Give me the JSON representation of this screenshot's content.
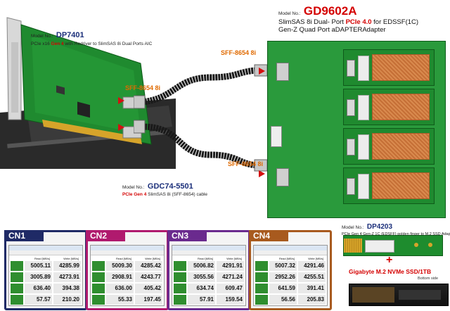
{
  "dp7401": {
    "prefix": "Model No.:",
    "model": "DP7401",
    "desc_a": "PCIe x16 ",
    "desc_b": "Gen 4",
    "desc_c": " with Redriver to SlimSAS 8i Dual Ports AIC"
  },
  "gd9602a": {
    "prefix": "Model No.:",
    "model": "GD9602A",
    "line1_a": "SlimSAS 8i Dual- Port ",
    "line1_b": "PCIe 4.0",
    "line1_c": " for EDSSF(1C)",
    "line2": "Gen-Z Quad Port aDAPTERAdapter"
  },
  "gdc": {
    "prefix": "Model No.:",
    "model": "GDC74-5501",
    "desc_a": "PCIe Gen 4",
    "desc_b": " SlimSAS 8i (SFF-8654) cable"
  },
  "sff_label": "SFF-8654 8i",
  "dp4203": {
    "prefix": "Model No.:",
    "model": "DP4203",
    "desc": "PCIe Gen 4 Gen-Z 1C (EDSFF) golden finger to M.2 SSD Adapter"
  },
  "plus": "+",
  "ssd_label": "Gigabyte M.2 NVMe SSD/1TB",
  "bottom_side": "Bottom side",
  "bench_header": {
    "read": "Read [MB/s]",
    "write": "Write [MB/s]"
  },
  "benchmarks": [
    {
      "tag": "CN1",
      "color": "#1f2a66",
      "rows": [
        [
          "5005.11",
          "4285.99"
        ],
        [
          "3005.89",
          "4273.91"
        ],
        [
          "636.40",
          "394.38"
        ],
        [
          "57.57",
          "210.20"
        ]
      ]
    },
    {
      "tag": "CN2",
      "color": "#b01a6e",
      "rows": [
        [
          "5009.30",
          "4285.42"
        ],
        [
          "2908.91",
          "4243.77"
        ],
        [
          "636.00",
          "405.42"
        ],
        [
          "55.33",
          "197.45"
        ]
      ]
    },
    {
      "tag": "CN3",
      "color": "#6a2a8e",
      "rows": [
        [
          "5006.82",
          "4291.91"
        ],
        [
          "3055.56",
          "4271.24"
        ],
        [
          "634.74",
          "609.47"
        ],
        [
          "57.91",
          "159.54"
        ]
      ]
    },
    {
      "tag": "CN4",
      "color": "#a85a1e",
      "rows": [
        [
          "5007.32",
          "4291.46"
        ],
        [
          "2952.26",
          "4255.51"
        ],
        [
          "641.59",
          "391.41"
        ],
        [
          "56.56",
          "205.83"
        ]
      ]
    }
  ]
}
